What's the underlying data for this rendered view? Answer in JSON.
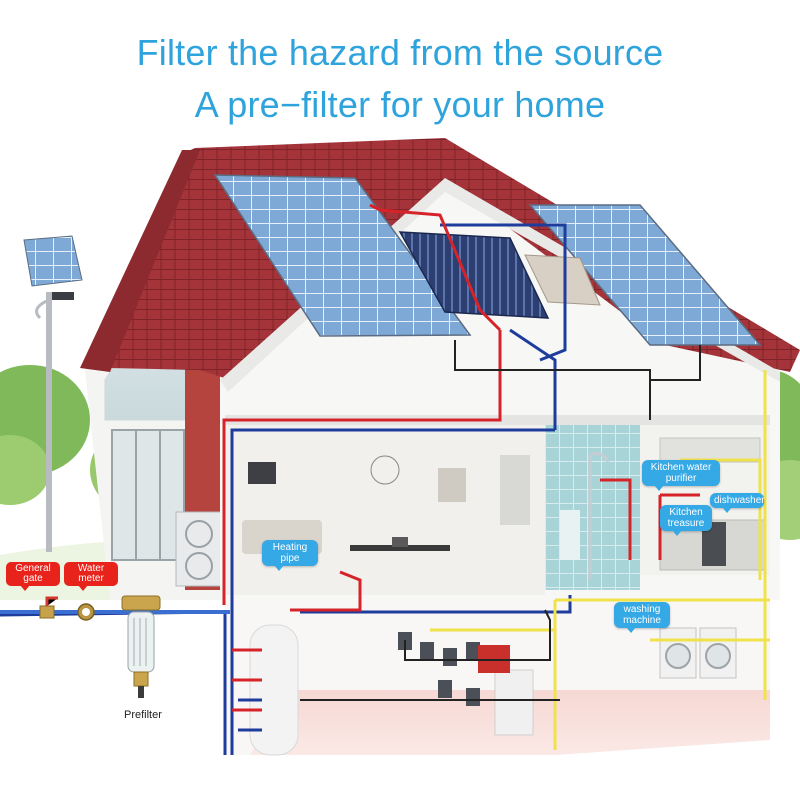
{
  "headline": {
    "line1": "Filter the hazard from the source",
    "line2": "A pre−filter for your home",
    "color": "#2fa3dc"
  },
  "labels": {
    "general_gate": "General gate",
    "water_meter": "Water meter",
    "prefilter": "Prefilter",
    "heating_pipe": "Heating pipe",
    "kitchen_water_purifier": "Kitchen water purifier",
    "dishwasher": "dishwasher",
    "kitchen_treasure": "Kitchen treasure",
    "washing_machine": "washing machine"
  },
  "colors": {
    "roof": "#a5343a",
    "hot_pipe": "#d6232a",
    "cold_pipe": "#1d3c9c",
    "power_line": "#f0e24a",
    "solar_panel": "#6f9ed0",
    "label_blue": "#35a8e6",
    "label_red": "#e8231b"
  }
}
